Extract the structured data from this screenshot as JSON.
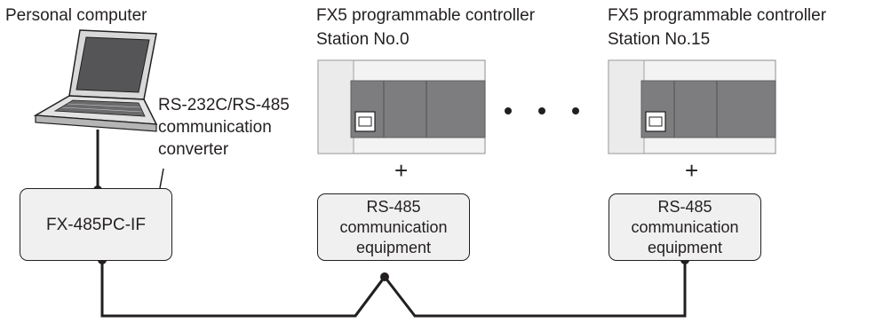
{
  "pc": {
    "label": "Personal computer",
    "converter_label": [
      "RS-232C/RS-485",
      "communication",
      "converter"
    ],
    "interface_box": "FX-485PC-IF"
  },
  "stations": [
    {
      "title": "FX5 programmable controller",
      "station": "Station No.0",
      "plus": "+",
      "equipment": [
        "RS-485",
        "communication",
        "equipment"
      ]
    },
    {
      "title": "FX5 programmable controller",
      "station": "Station No.15",
      "plus": "+",
      "equipment": [
        "RS-485",
        "communication",
        "equipment"
      ]
    }
  ],
  "colors": {
    "line": "#231f20",
    "box_fill": "#f0f0f0",
    "plc_body": "#e9e9ea",
    "plc_module": "#808080"
  }
}
